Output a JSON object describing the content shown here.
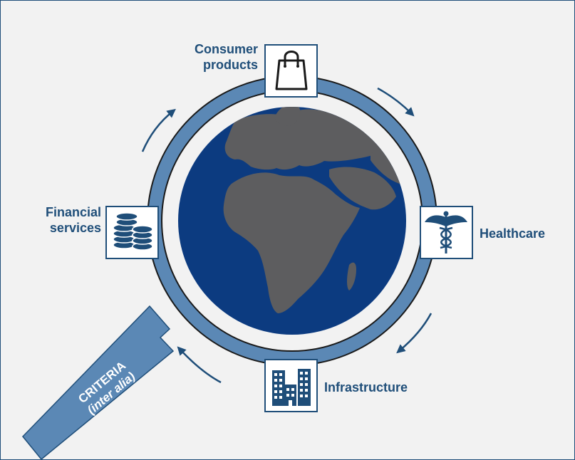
{
  "sectors": {
    "consumer": {
      "line1": "Consumer",
      "line2": "products",
      "icon": "shopping-bag-icon"
    },
    "healthcare": {
      "label": "Healthcare",
      "icon": "caduceus-icon"
    },
    "infrastructure": {
      "label": "Infrastructure",
      "icon": "buildings-icon"
    },
    "financial": {
      "line1": "Financial",
      "line2": "services",
      "icon": "coins-icon"
    }
  },
  "handle": {
    "line1": "CRITERIA",
    "line2": "(inter alia)"
  },
  "colors": {
    "background": "#f2f2f2",
    "navy": "#1f4e79",
    "ring": "#5b88b5",
    "ocean": "#0c3b80",
    "land": "#5d5d5f"
  }
}
